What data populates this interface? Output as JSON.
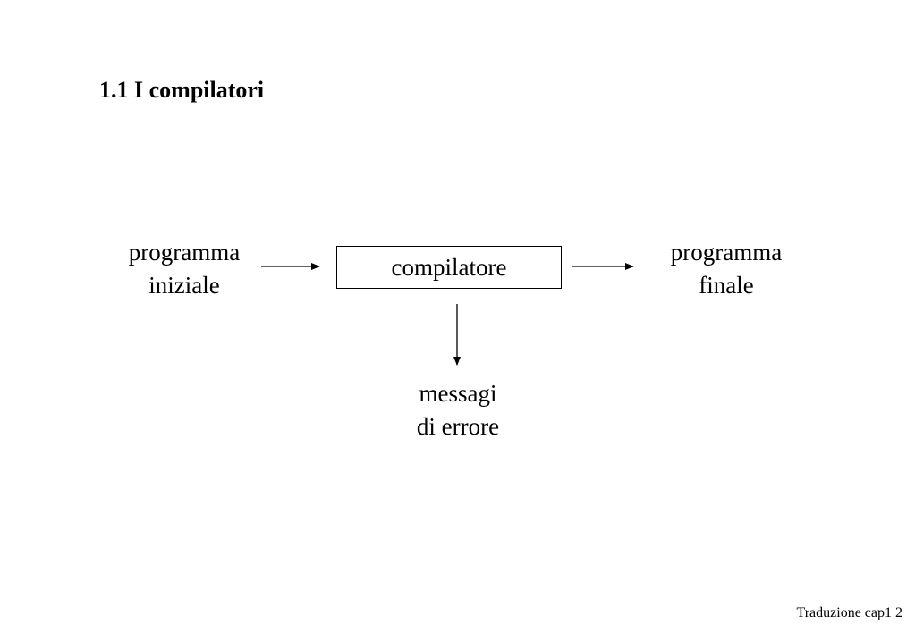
{
  "slide": {
    "title": "1.1 I compilatori",
    "footer": "Traduzione cap1 2"
  },
  "diagram": {
    "input": {
      "line1": "programma",
      "line2": "iniziale"
    },
    "compiler": {
      "label": "compilatore"
    },
    "output": {
      "line1": "programma",
      "line2": "finale"
    },
    "errors": {
      "line1": "messagi",
      "line2": "di errore"
    }
  }
}
